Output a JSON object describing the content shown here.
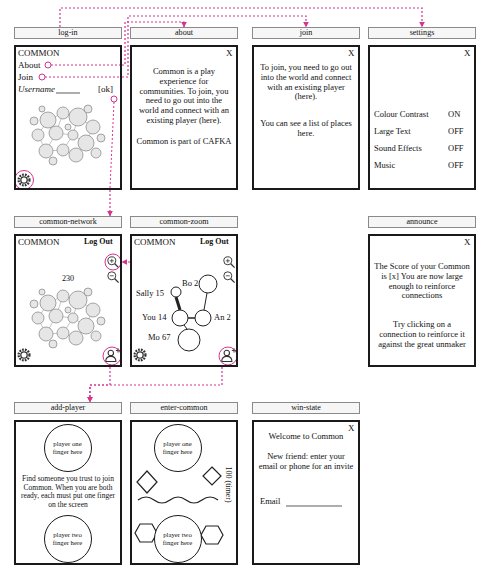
{
  "diagram": {
    "nodes": [
      {
        "text": [
          "log-in",
          "COMMON",
          "About",
          "Join",
          "Username",
          "[ok]"
        ]
      },
      {
        "text": [
          "about",
          "X",
          "Common is a play experience for communities. To join, you need to go out into the world and connect with an existing player (here).",
          "Common is part of CAFKA"
        ]
      },
      {
        "text": [
          "join",
          "X",
          "To join, you need to go out into the world and connect with an existing player (here).",
          "You can see a list of places here."
        ]
      },
      {
        "text": [
          "settings",
          "X",
          "Colour Contrast",
          "ON",
          "Large Text",
          "OFF",
          "Sound Effects",
          "OFF",
          "Music",
          "OFF"
        ]
      },
      {
        "text": [
          "common-network",
          "COMMON",
          "Log Out",
          "230"
        ]
      },
      {
        "text": [
          "common-zoom",
          "COMMON",
          "Log Out",
          "Bo 2",
          "Sally 15",
          "You 14",
          "An 2",
          "Mo 67"
        ]
      },
      {
        "text": [
          "announce",
          "X",
          "The Score of your Common is [x] You are now large enough to reinforce connections",
          "Try clicking on a connection to reinforce it against the great unmaker"
        ]
      },
      {
        "text": [
          "add-player",
          "Find someone you trust to join Common. When you are both ready, each must put one finger on the screen"
        ]
      },
      {
        "text": [
          "player one finger here"
        ],
        "in": 7
      },
      {
        "text": [
          "player two finger here"
        ],
        "in": 7
      },
      {
        "text": [
          "enter-common",
          "100 (timer)"
        ]
      },
      {
        "text": [
          "player one finger here"
        ],
        "in": 10
      },
      {
        "text": [
          "player two finger here"
        ],
        "in": 10
      },
      {
        "text": [
          "win-state",
          "X",
          "Welcome to Common",
          "New friend: enter your email or phone for an invite",
          "Email"
        ]
      }
    ],
    "edges": [
      {
        "from": 0,
        "to": 1,
        "arrow": "to"
      },
      {
        "from": 0,
        "to": 2,
        "arrow": "to"
      },
      {
        "from": 0,
        "to": 3,
        "arrow": "to"
      },
      {
        "from": 0,
        "to": 4,
        "arrow": "to"
      },
      {
        "from": 5,
        "to": 4,
        "arrow": "to"
      },
      {
        "from": 4,
        "to": 7,
        "arrow": "to"
      },
      {
        "from": 5,
        "to": 7,
        "arrow": "to"
      }
    ]
  }
}
